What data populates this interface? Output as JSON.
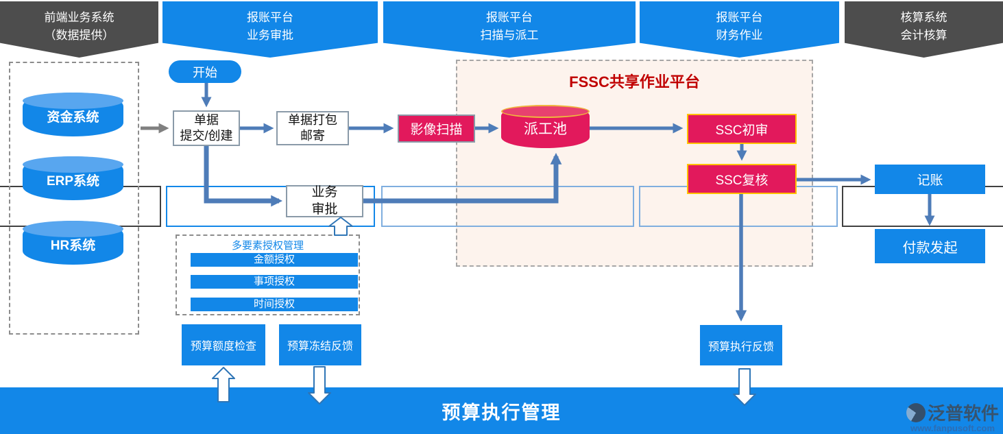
{
  "banners": [
    {
      "line1": "前端业务系统",
      "line2": "（数据提供）"
    },
    {
      "line1": "报账平台",
      "line2": "业务审批"
    },
    {
      "line1": "报账平台",
      "line2": "扫描与派工"
    },
    {
      "line1": "报账平台",
      "line2": "财务作业"
    },
    {
      "line1": "核算系统",
      "line2": "会计核算"
    }
  ],
  "source_systems": {
    "items": [
      {
        "label": "资金系统"
      },
      {
        "label": "ERP系统"
      },
      {
        "label": "HR系统"
      }
    ]
  },
  "fssc": {
    "title": "FSSC共享作业平台"
  },
  "flow": {
    "start": "开始",
    "doc_submit": {
      "line1": "单据",
      "line2": "提交/创建"
    },
    "doc_pack": {
      "line1": "单据打包",
      "line2": "邮寄"
    },
    "image_scan": "影像扫描",
    "dispatch_pool": "派工池",
    "ssc_first_review": "SSC初审",
    "ssc_recheck": "SSC复核",
    "biz_approval": {
      "line1": "业务",
      "line2": "审批"
    },
    "bookkeeping": "记账",
    "payment_init": "付款发起"
  },
  "authorization": {
    "title": "多要素授权管理",
    "items": [
      {
        "label": "金额授权"
      },
      {
        "label": "事项授权"
      },
      {
        "label": "时间授权"
      }
    ]
  },
  "budget": {
    "quota_check": "预算额度检查",
    "freeze_feedback": "预算冻结反馈",
    "execution_feedback": "预算执行反馈",
    "banner": "预算执行管理"
  },
  "watermark": {
    "brand": "泛普软件",
    "url": "www.fanpusoft.com"
  },
  "colors": {
    "blue": "#1287E8",
    "crimson": "#E2195C",
    "gold": "#FFC000",
    "steel_arrow": "#4E7CB8",
    "gray_banner": "#4D4D4D",
    "fssc_bg": "#FDF3ED",
    "fssc_title_red": "#C00000"
  }
}
